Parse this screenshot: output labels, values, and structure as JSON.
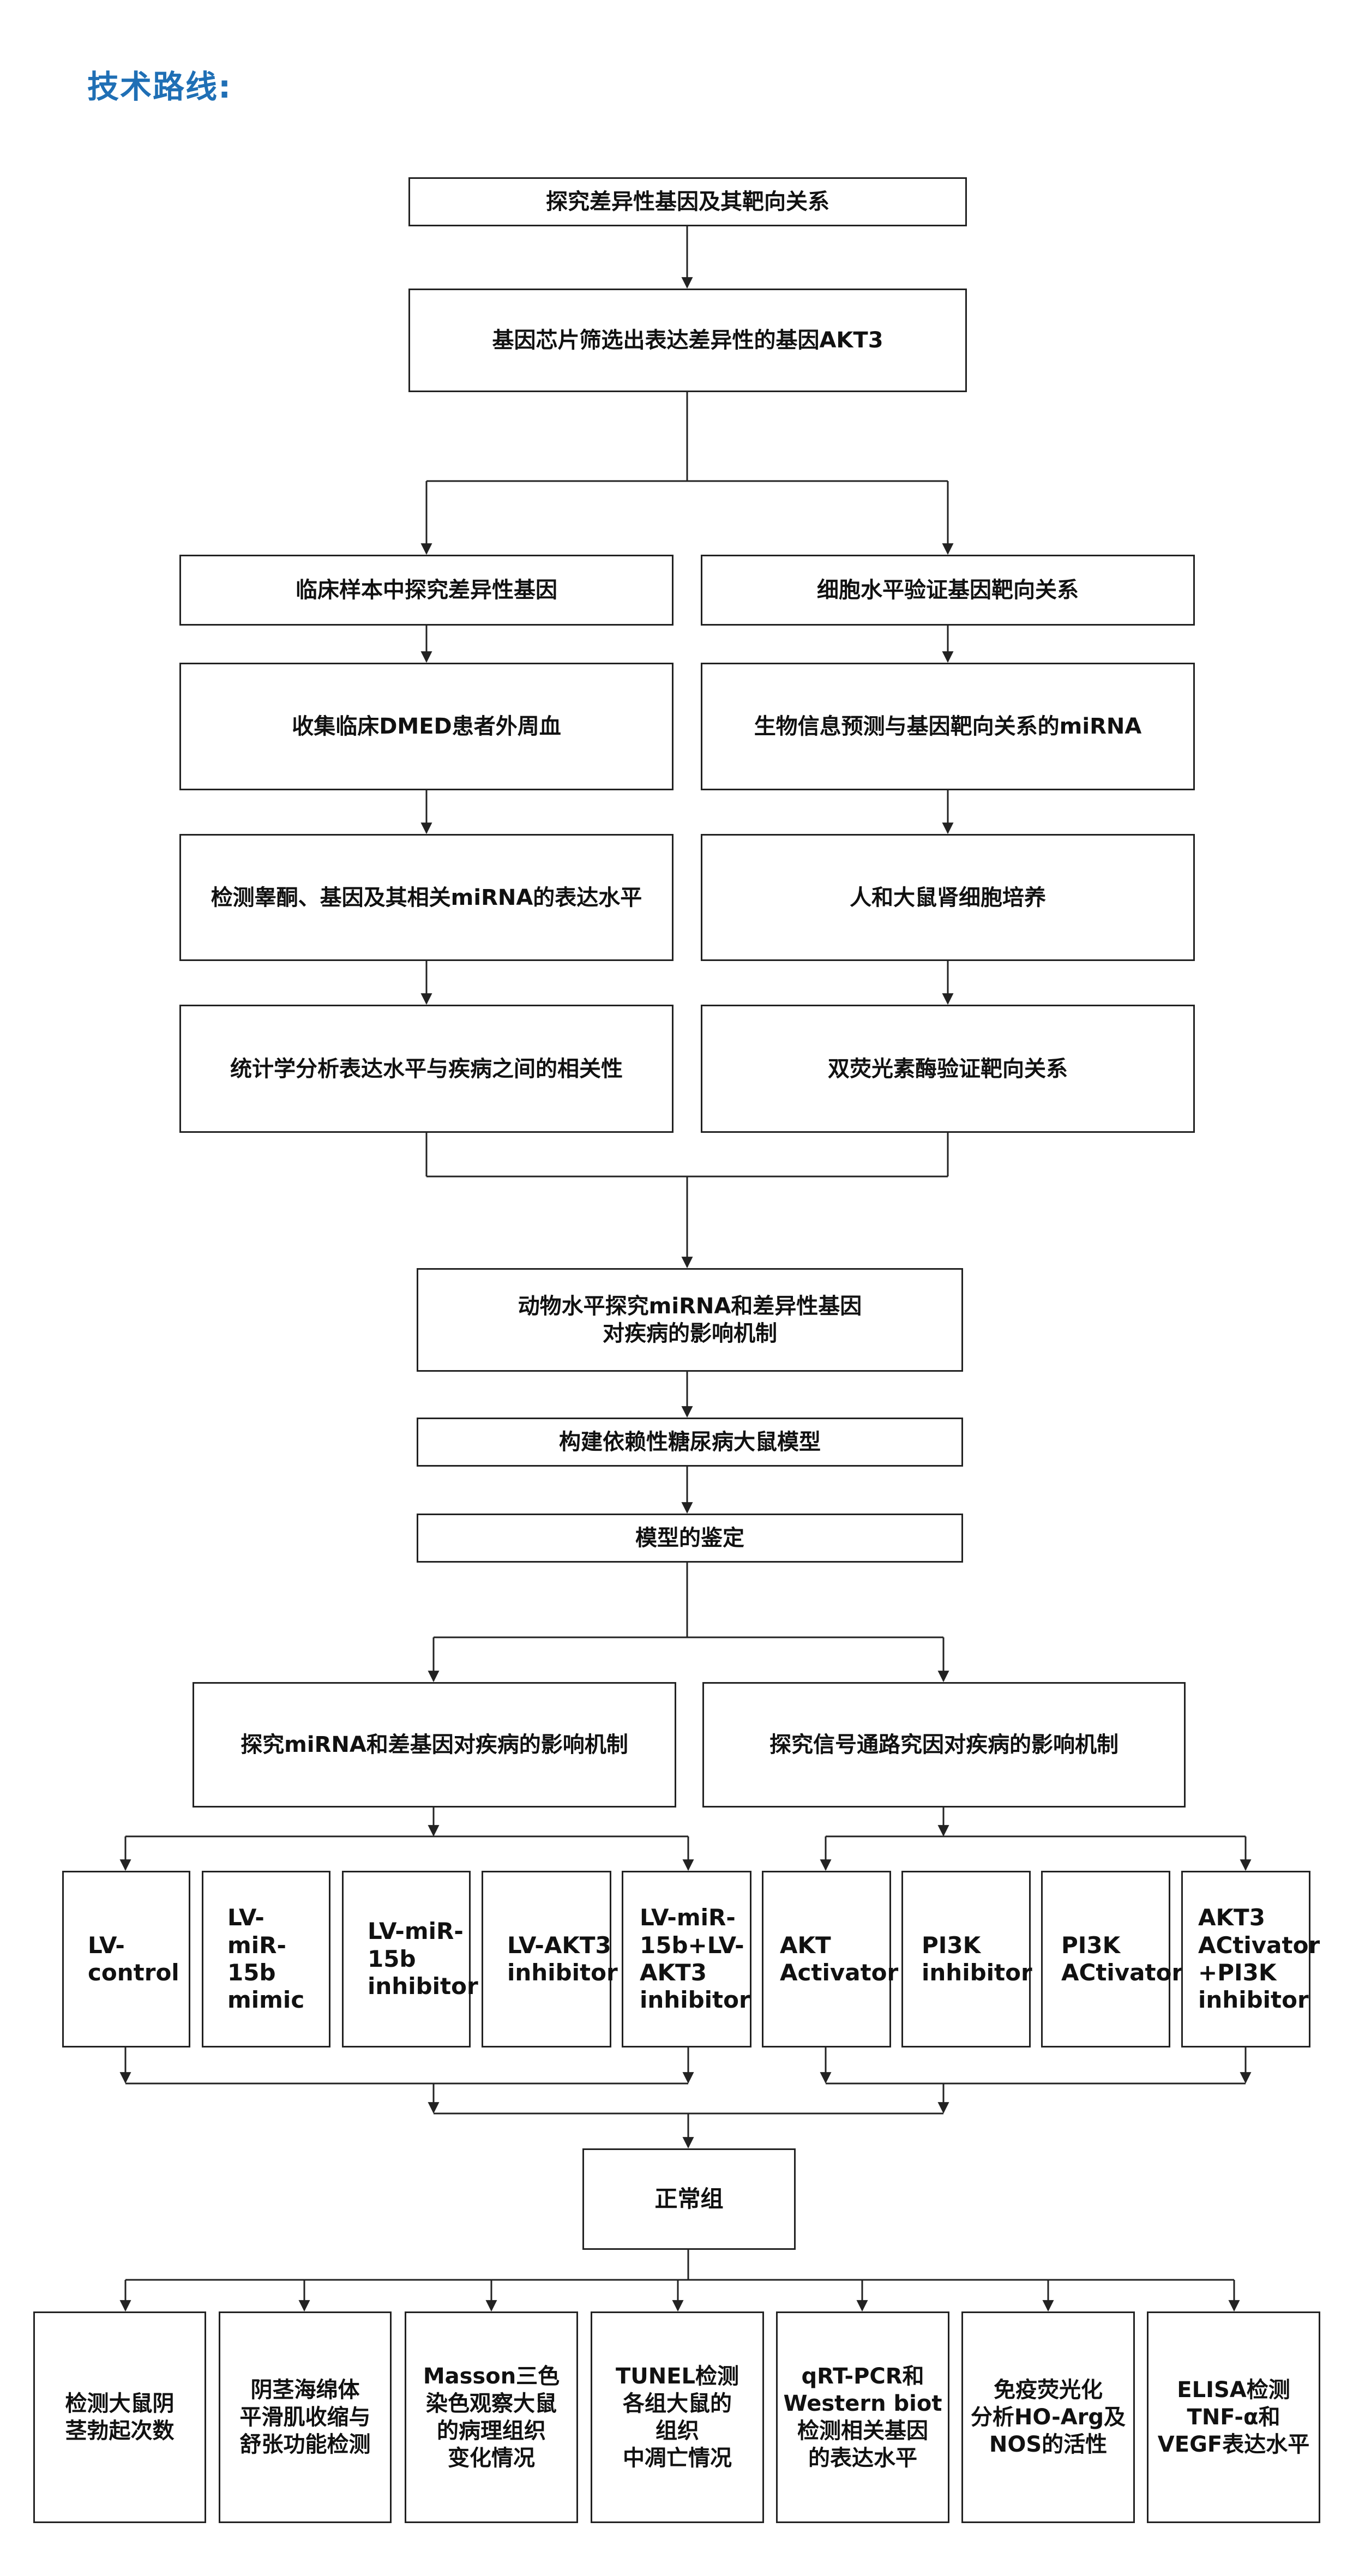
{
  "heading": "技术路线:",
  "boxes": {
    "b1": "探究差异性基因及其靶向关系",
    "b2": "基因芯片筛选出表达差异性的基因AKT3",
    "l1": "临床样本中探究差异性基因",
    "l2": "收集临床DMED患者外周血",
    "l3": "检测睾酮、基因及其相关miRNA的表达水平",
    "l4": "统计学分析表达水平与疾病之间的相关性",
    "r1": "细胞水平验证基因靶向关系",
    "r2": "生物信息预测与基因靶向关系的miRNA",
    "r3": "人和大鼠肾细胞培养",
    "r4": "双荧光素酶验证靶向关系",
    "c1": "动物水平探究miRNA和差异性基因\n对疾病的影响机制",
    "c2": "构建依赖性糖尿病大鼠模型",
    "c3": "模型的鉴定",
    "m1": "探究miRNA和差基因对疾病的影响机制",
    "m2": "探究信号通路究因对疾病的影响机制",
    "g1": "LV-\ncontrol",
    "g2": "LV-miR-\n15b\nmimic",
    "g3": "LV-miR-\n15b\ninhibitor",
    "g4": "LV-AKT3\ninhibitor",
    "g5": "LV-miR-\n15b+LV-\nAKT3\ninhibitor",
    "g6": "AKT\nActivator",
    "g7": "PI3K\ninhibitor",
    "g8": "PI3K\nACtivator",
    "g9": "AKT3\nACtivator\n+PI3K\ninhibitor",
    "n1": "正常组",
    "o1": "检测大鼠阴\n茎勃起次数",
    "o2": "阴茎海绵体\n平滑肌收缩与\n舒张功能检测",
    "o3": "Masson三色\n染色观察大鼠\n的病理组织\n变化情况",
    "o4": "TUNEL检测\n各组大鼠的\n组织\n中凋亡情况",
    "o5": "qRT-PCR和\nWestern biot\n检测相关基因\n的表达水平",
    "o6": "免疫荧光化\n分析HO-Arg及\nNOS的活性",
    "o7": "ELISA检测\nTNF-α和\nVEGF表达水平"
  }
}
